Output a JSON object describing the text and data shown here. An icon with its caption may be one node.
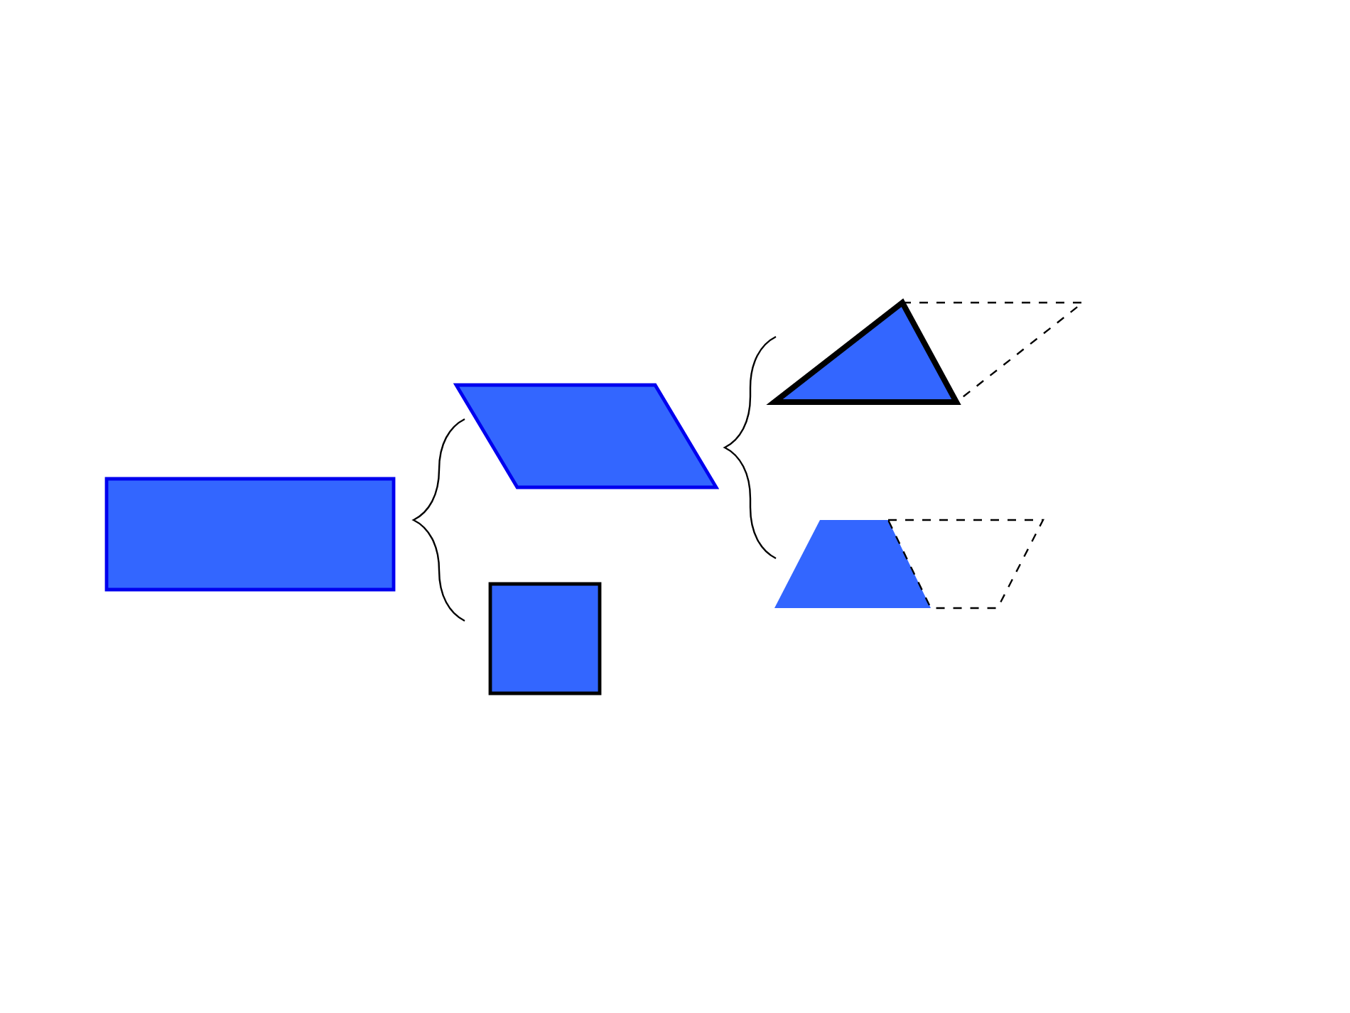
{
  "diagram": {
    "nodes": [
      {
        "text": [],
        "shape": "box"
      },
      {
        "text": [],
        "shape": "parallelogram"
      },
      {
        "text": [],
        "shape": "box"
      },
      {
        "text": [],
        "shape": "triangle"
      },
      {
        "text": [],
        "shape": "trapezoid"
      }
    ]
  }
}
